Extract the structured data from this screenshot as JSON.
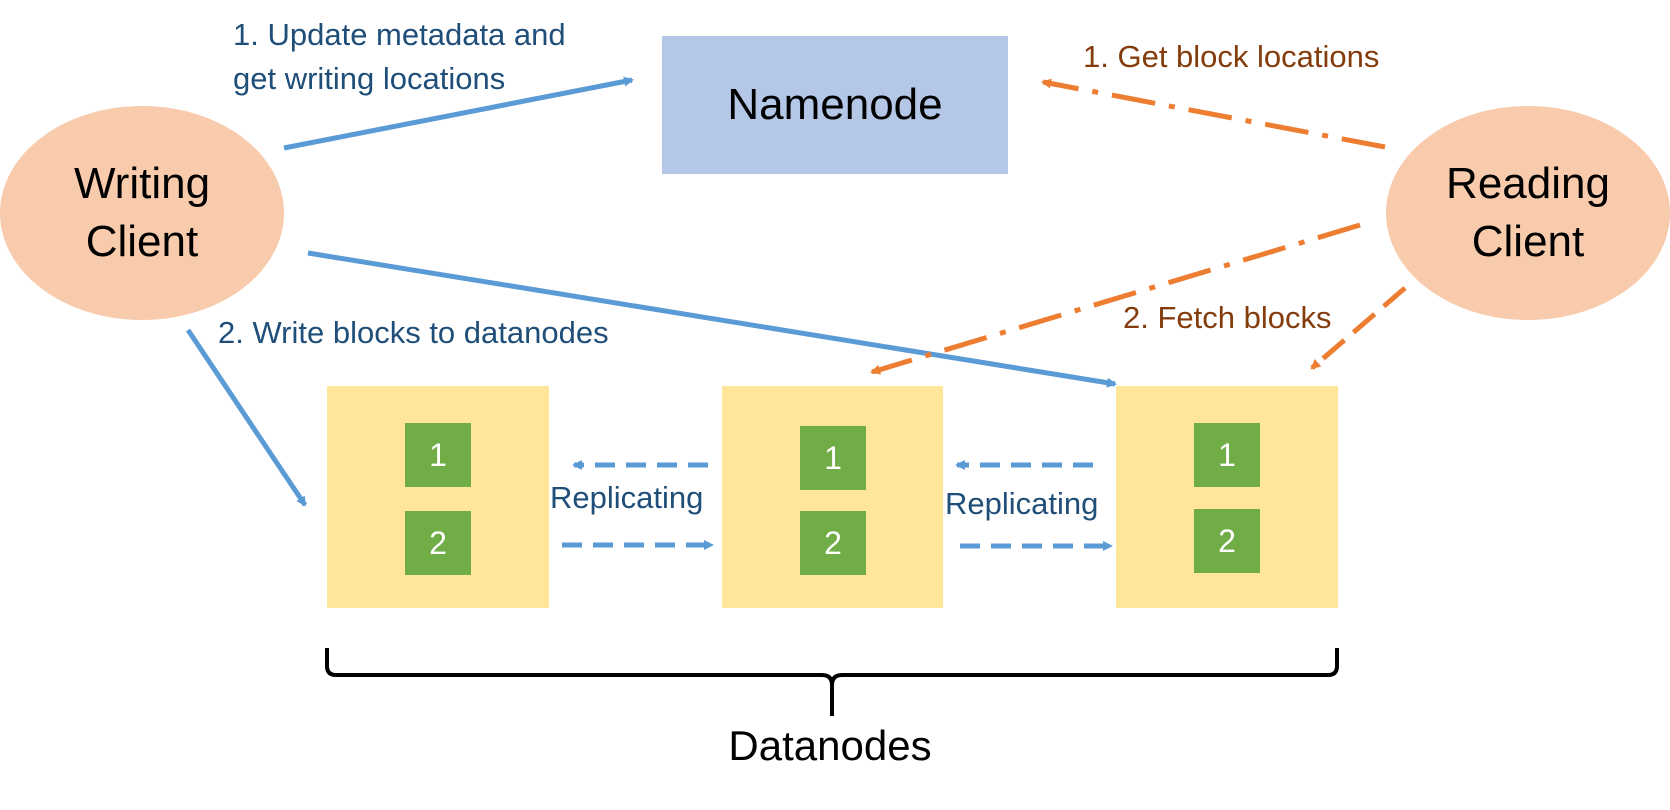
{
  "colors": {
    "client_fill": "#f8cbad",
    "namenode_fill": "#b4c7e7",
    "datanode_fill": "#ffe699",
    "block_fill": "#70ad47",
    "write_arrow": "#5b9bd5",
    "read_arrow": "#ed7d31",
    "write_label": "#1f4e79",
    "read_label": "#843c0c"
  },
  "namenode": {
    "label": "Namenode"
  },
  "writing_client": {
    "line1": "Writing",
    "line2": "Client"
  },
  "reading_client": {
    "line1": "Reading",
    "line2": "Client"
  },
  "write_labels": {
    "step1_line1": "1. Update metadata and",
    "step1_line2": "get writing locations",
    "step2": "2. Write blocks to datanodes"
  },
  "read_labels": {
    "step1": "1. Get block locations",
    "step2": "2. Fetch blocks"
  },
  "replication": {
    "label_left": "Replicating",
    "label_right": "Replicating"
  },
  "datanodes": [
    {
      "blocks": [
        "1",
        "2"
      ]
    },
    {
      "blocks": [
        "1",
        "2"
      ]
    },
    {
      "blocks": [
        "1",
        "2"
      ]
    }
  ],
  "datanodes_label": "Datanodes"
}
